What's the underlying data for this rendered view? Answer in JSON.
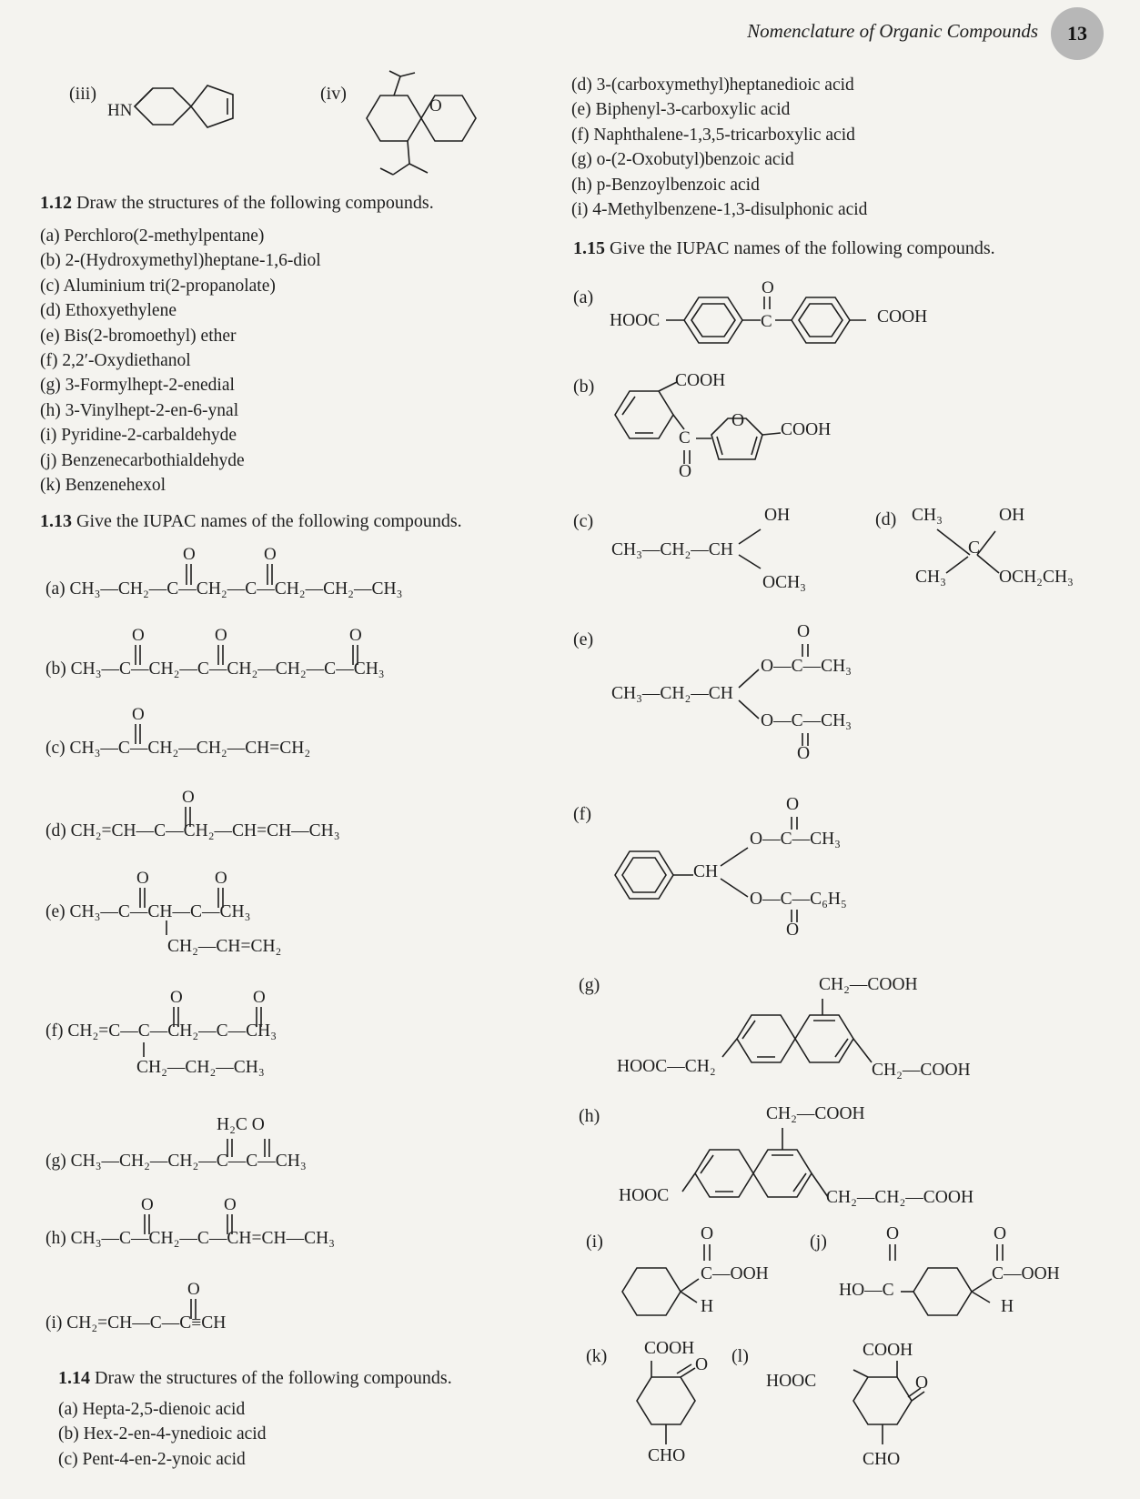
{
  "header": {
    "title": "Nomenclature of Organic Compounds",
    "page_number": "13"
  },
  "left": {
    "label_iii": "(iii)",
    "label_iv": "(iv)",
    "struct_iii_hn": "HN",
    "struct_iv_o": "O",
    "q112": {
      "num": "1.12",
      "text": "Draw the structures of the following compounds.",
      "items": [
        "(a) Perchloro(2-methylpentane)",
        "(b) 2-(Hydroxymethyl)heptane-1,6-diol",
        "(c) Aluminium tri(2-propanolate)",
        "(d) Ethoxyethylene",
        "(e) Bis(2-bromoethyl) ether",
        "(f) 2,2′-Oxydiethanol",
        "(g) 3-Formylhept-2-enedial",
        "(h) 3-Vinylhept-2-en-6-ynal",
        "(i) Pyridine-2-carbaldehyde",
        "(j) Benzenecarbothialdehyde",
        "(k) Benzenehexol"
      ]
    },
    "q113": {
      "num": "1.13",
      "text": "Give the IUPAC names of the following compounds.",
      "a": {
        "label": "(a)",
        "formula": "CH₃—CH₂—C—CH₂—C—CH₂—CH₂—CH₃"
      },
      "b": {
        "label": "(b)",
        "formula": "CH₃—C—CH₂—C—CH₂—CH₂—C—CH₃"
      },
      "c": {
        "label": "(c)",
        "formula": "CH₃—C—CH₂—CH₂—CH=CH₂"
      },
      "d": {
        "label": "(d)",
        "formula": "CH₂=CH—C—CH₂—CH=CH—CH₃"
      },
      "e": {
        "label": "(e)",
        "formula": "CH₃—C—CH—C—CH₃",
        "sub": "CH₂—CH=CH₂"
      },
      "f": {
        "label": "(f)",
        "formula": "CH₂=C—C—CH₂—C—CH₃",
        "sub": "CH₂—CH₂—CH₃"
      },
      "g": {
        "label": "(g)",
        "formula": "CH₃—CH₂—CH₂—C—C—CH₃",
        "top": "H₂C  O"
      },
      "h": {
        "label": "(h)",
        "formula": "CH₃—C—CH₂—C—CH=CH—CH₃"
      },
      "i": {
        "label": "(i)",
        "formula": "CH₂=CH—C—C≡CH"
      },
      "oxygen": "O"
    },
    "q114": {
      "num": "1.14",
      "text": "Draw the structures of the following compounds.",
      "items": [
        "(a) Hepta-2,5-dienoic acid",
        "(b) Hex-2-en-4-ynedioic acid",
        "(c) Pent-4-en-2-ynoic acid"
      ]
    }
  },
  "right": {
    "q114_cont": [
      "(d) 3-(carboxymethyl)heptanedioic acid",
      "(e) Biphenyl-3-carboxylic acid",
      "(f) Naphthalene-1,3,5-tricarboxylic acid",
      "(g) o-(2-Oxobutyl)benzoic acid",
      "(h) p-Benzoylbenzoic acid",
      "(i) 4-Methylbenzene-1,3-disulphonic acid"
    ],
    "q115": {
      "num": "1.15",
      "text": "Give the IUPAC names of the following compounds.",
      "labels": [
        "(a)",
        "(b)",
        "(c)",
        "(d)",
        "(e)",
        "(f)",
        "(g)",
        "(h)",
        "(i)",
        "(j)",
        "(k)",
        "(l)"
      ],
      "a": {
        "left": "HOOC",
        "mid": "C",
        "right": "COOH",
        "o": "O"
      },
      "b": {
        "cooh_top": "COOH",
        "c": "C",
        "o_ring": "O",
        "cooh_right": "COOH",
        "o_down": "O"
      },
      "c": {
        "chain": "CH₃—CH₂—CH",
        "oh": "OH",
        "och3": "OCH₃"
      },
      "d": {
        "ch3_top": "CH₃",
        "c": "C",
        "ch3_bot": "CH₃",
        "oh": "OH",
        "oet": "OCH₂CH₃"
      },
      "e": {
        "chain": "CH₃—CH₂—CH",
        "top": "O—C—CH₃",
        "bot": "O—C—CH₃",
        "o": "O"
      },
      "f": {
        "ch": "CH",
        "top": "O—C—CH₃",
        "bot": "O—C—C₆H₅",
        "o": "O"
      },
      "g": {
        "top": "CH₂—COOH",
        "left": "HOOC—CH₂",
        "right": "CH₂—COOH"
      },
      "h": {
        "top": "CH₂—COOH",
        "left": "HOOC",
        "right": "CH₂—CH₂—COOH"
      },
      "i": {
        "group": "C—OOH",
        "h": "H",
        "o": "O"
      },
      "j": {
        "left": "HO—C",
        "group": "C—OOH",
        "h": "H",
        "o": "O"
      },
      "k": {
        "top": "COOH",
        "bot": "CHO",
        "o": "O"
      },
      "l": {
        "top": "COOH",
        "left": "HOOC",
        "bot": "CHO",
        "o": "O"
      }
    }
  }
}
